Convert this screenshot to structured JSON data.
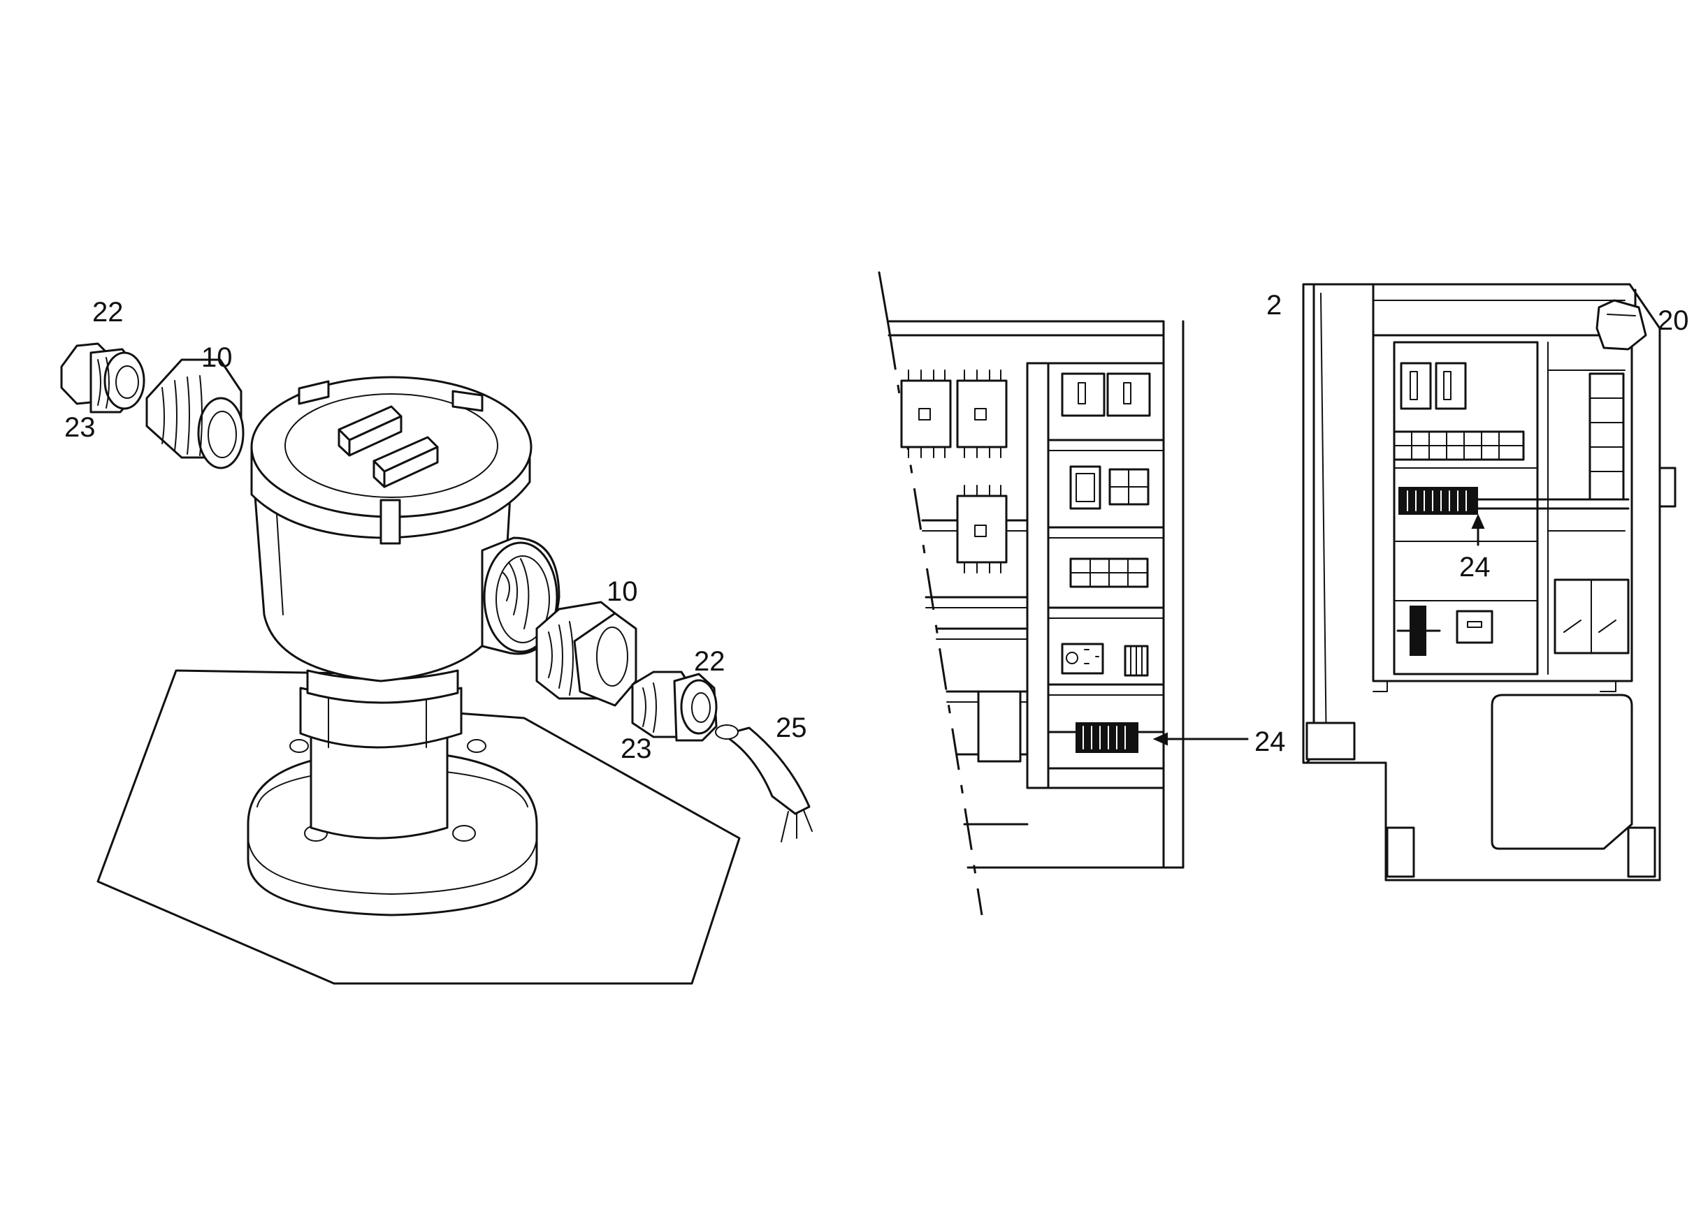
{
  "callouts": {
    "cable_gland_left": "22",
    "seal_left": "23",
    "adapter_left": "10",
    "adapter_right": "10",
    "cable_gland_right": "22",
    "seal_right": "23",
    "cable": "25",
    "terminal_block_panel": "24",
    "terminal_block_cabinet": "24",
    "cabinet": "2",
    "cabinet_component": "20"
  }
}
